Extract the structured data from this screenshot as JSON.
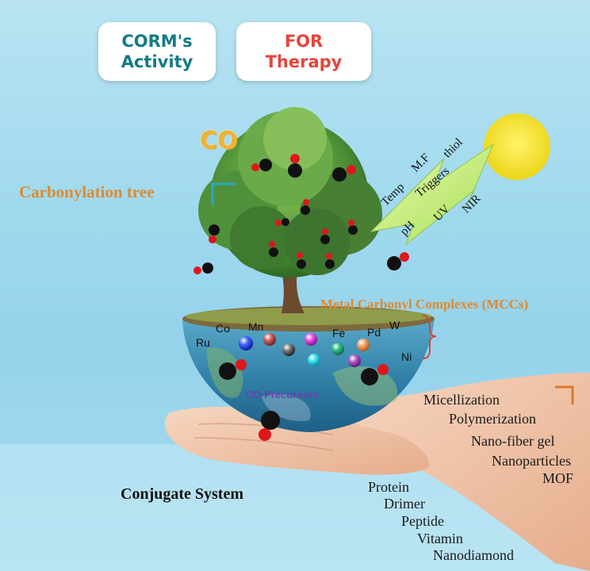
{
  "colors": {
    "teal": "#137b85",
    "red": "#e8433b",
    "orange": "#e08a2c",
    "purple": "#6a3fb0",
    "co_gold": "#f2b233",
    "sun": "#f5e21c",
    "triggers_green": "#c5ef73"
  },
  "header": {
    "left_line1": "CORM's",
    "left_line2": "Activity",
    "right_line1": "FOR",
    "right_line2": "Therapy"
  },
  "co_label": "CO",
  "carbonylation_label": "Carbonylation tree",
  "triggers": {
    "center": "Triggers",
    "items": [
      "Temp",
      "M.F",
      "thiol",
      "pH",
      "UV",
      "NIR"
    ]
  },
  "mcc_label": "Metal Carbonyl Complexes (MCCs)",
  "metals": [
    "Ru",
    "Co",
    "Mn",
    "Fe",
    "Pd",
    "W",
    "Ni"
  ],
  "co_precursors_label": "CO Precursors",
  "conjugate_label": "Conjugate System",
  "methods": [
    "Micellization",
    "Polymerization",
    "Nano-fiber gel",
    "Nanoparticles",
    "MOF"
  ],
  "carriers": [
    "Protein",
    "Drimer",
    "Peptide",
    "Vitamin",
    "Nanodiamond"
  ],
  "icons": [
    "co-molecule-icon",
    "sun-icon",
    "lightning-icon",
    "metal-sphere-icon",
    "tree-icon",
    "hand-icon",
    "globe-icon"
  ]
}
